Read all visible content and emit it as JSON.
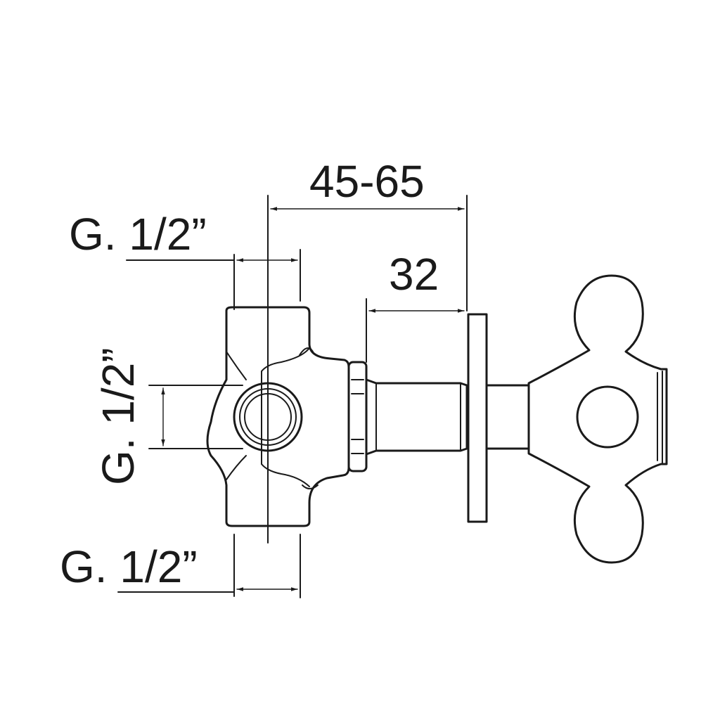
{
  "dimensions": {
    "overall_depth": "45-65",
    "flange_depth": "32",
    "top_port": "G. 1/2”",
    "side_port": "G. 1/2”",
    "bottom_port": "G. 1/2”"
  },
  "colors": {
    "line": "#1a1a1a",
    "background": "#ffffff"
  }
}
